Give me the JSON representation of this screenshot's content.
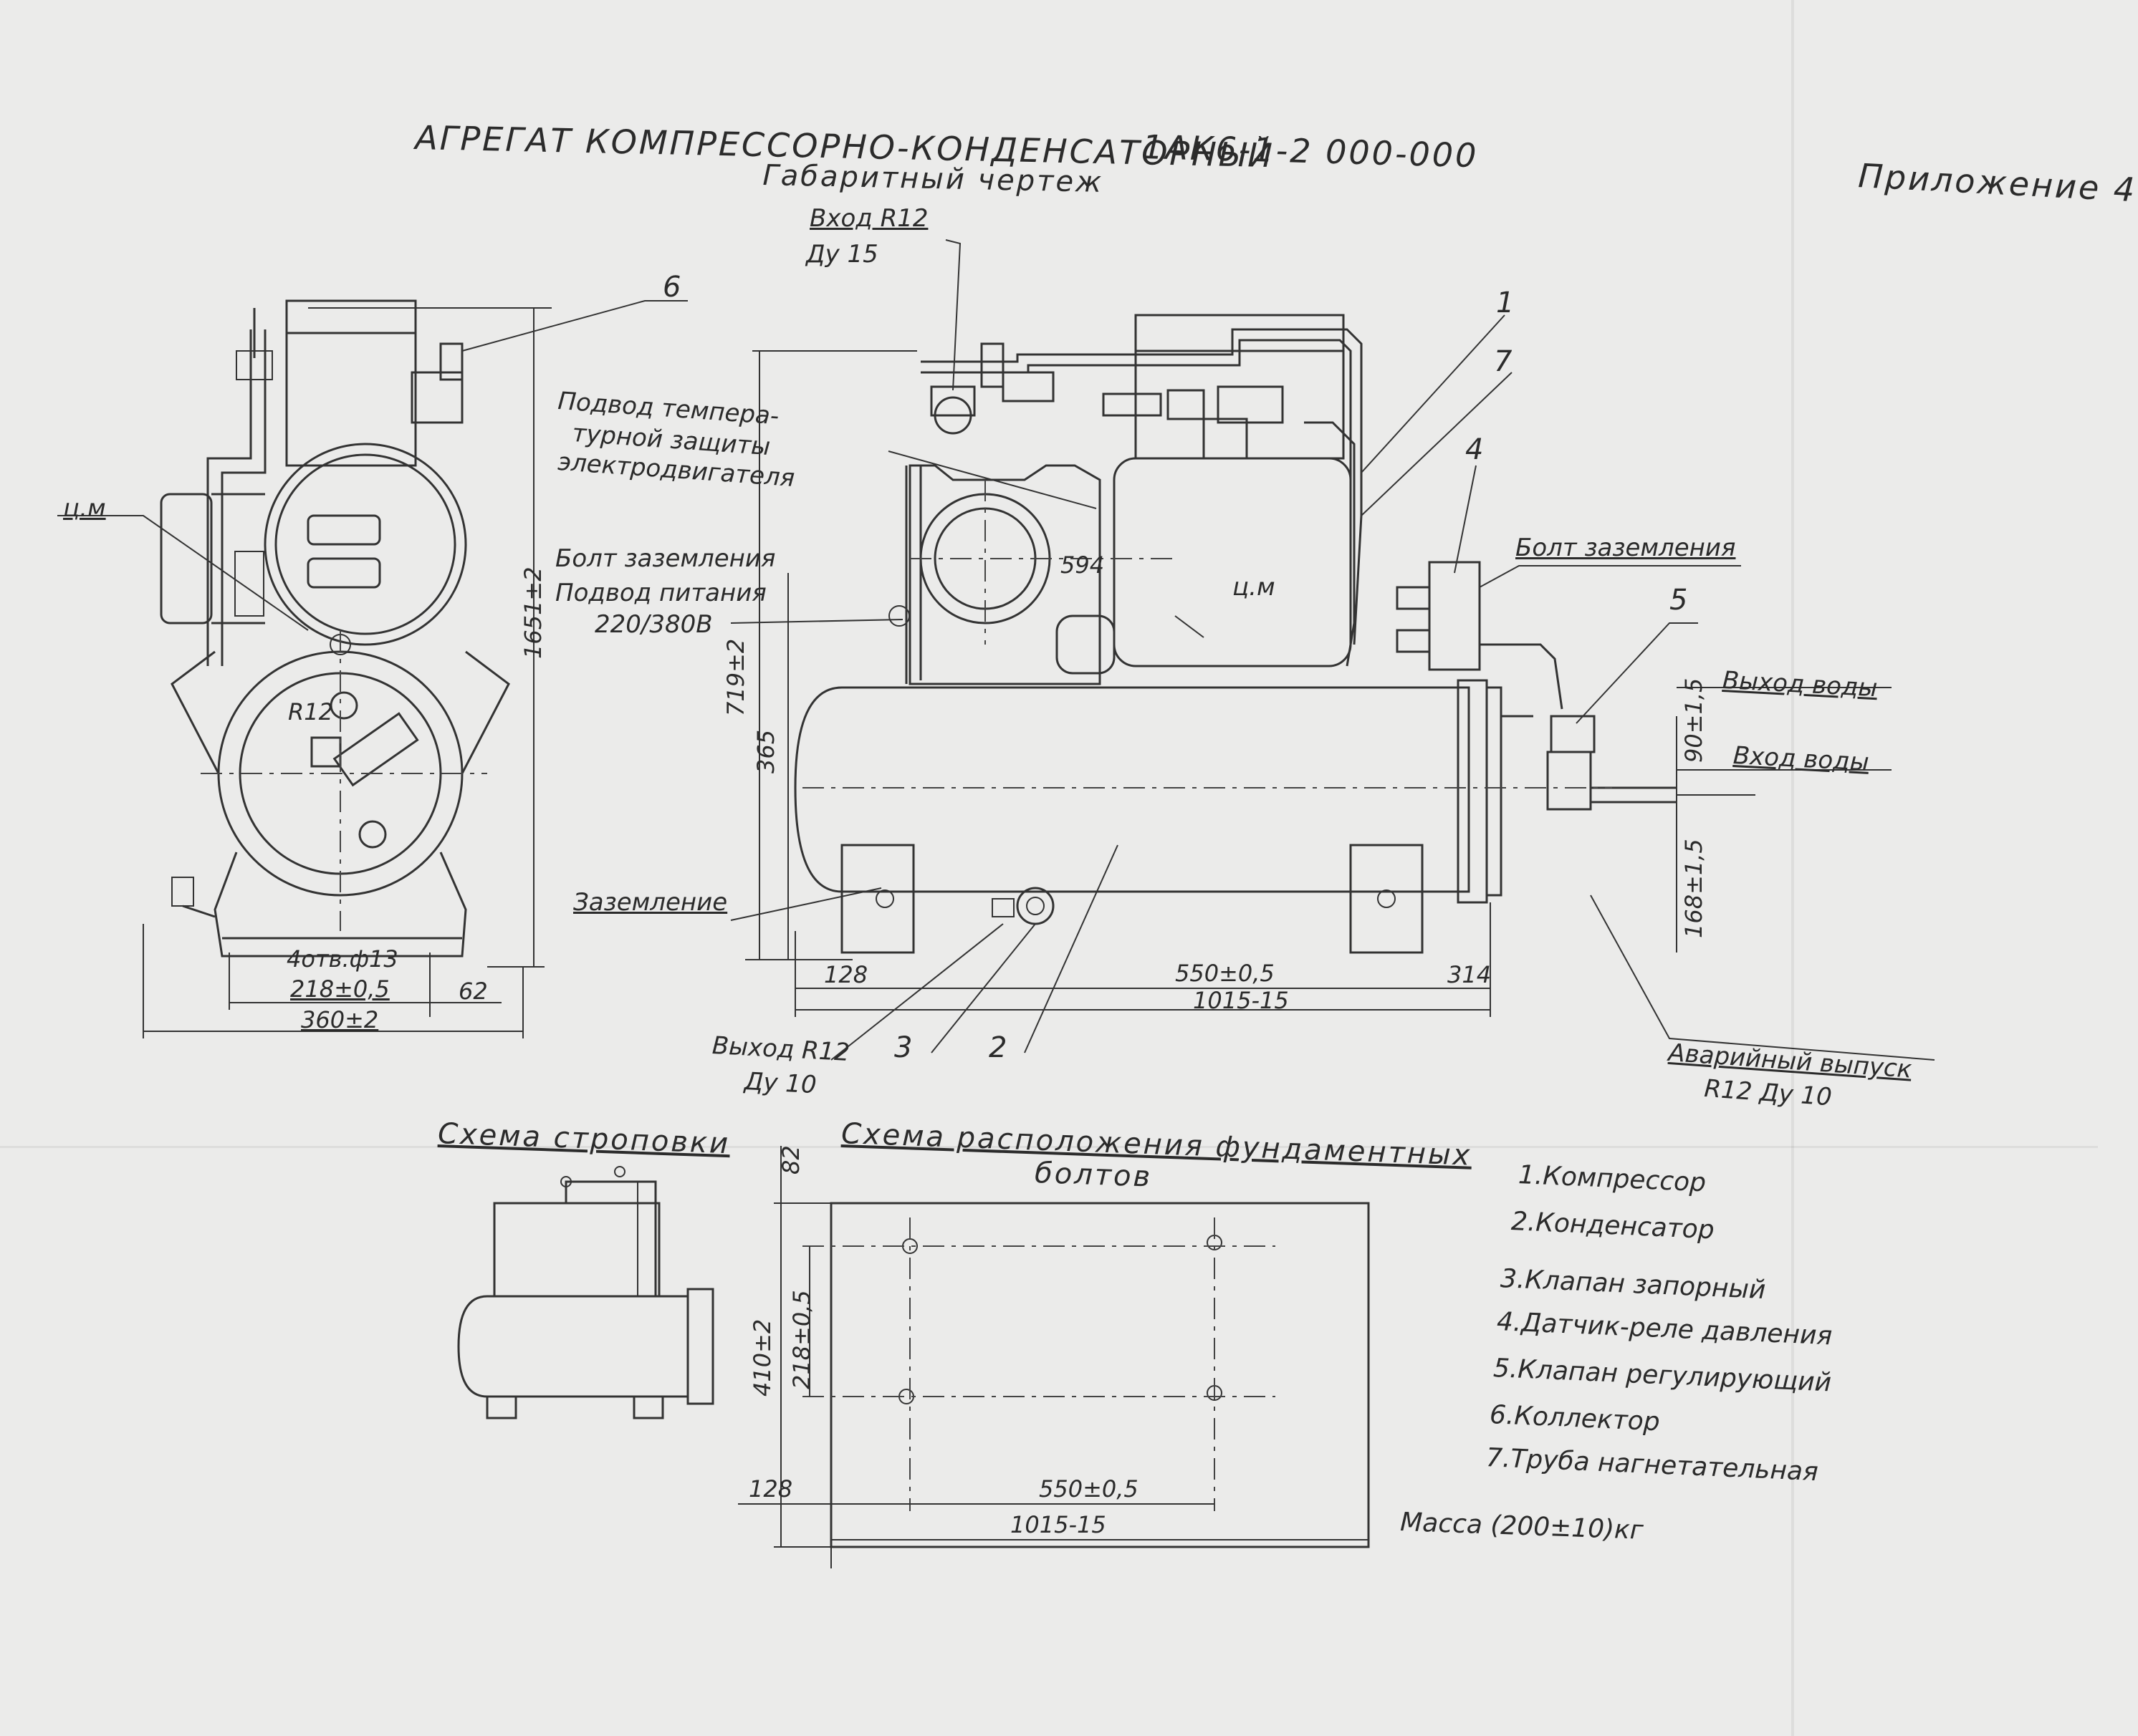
{
  "header": {
    "title": "АГРЕГАТ КОМПРЕССОРНО-КОНДЕНСАТОРНЫЙ",
    "code": "1АК6-1-2 000-000",
    "subtitle": "Габаритный чертеж",
    "appendix": "Приложение 4"
  },
  "callouts": {
    "inlet_line1": "Вход R12",
    "inlet_line2": "Ду 15",
    "temp_protection_1": "Подвод темпера-",
    "temp_protection_2": "турной защиты",
    "temp_protection_3": "электродвигателя",
    "ground_bolt_left": "Болт заземления",
    "power_supply_1": "Подвод питания",
    "power_supply_2": "220/380В",
    "ground_bolt_right": "Болт заземления",
    "water_out": "Выход воды",
    "water_in": "Вход воды",
    "grounding": "Заземление",
    "outlet_r12_1": "Выход R12",
    "outlet_r12_2": "Ду 10",
    "emergency_1": "Аварийный выпуск",
    "emergency_2": "R12 Ду 10",
    "center_mass_front": "ц.м",
    "center_mass_side": "ц.м",
    "valve_mark": "R12"
  },
  "positions": [
    "1",
    "2",
    "3",
    "4",
    "5",
    "6",
    "7"
  ],
  "dimensions": {
    "height_1651": "1651±2",
    "width_218": "218±0,5",
    "dim_62": "62",
    "width_360": "360±2",
    "holes": "4отв.ф13",
    "height_719": "719±2",
    "height_365": "365",
    "d_594": "594",
    "d_128": "128",
    "d_550": "550±0,5",
    "d_314": "314",
    "d_1015": "1015-15",
    "d_90": "90±1,5",
    "d_168": "168±1,5"
  },
  "sling": {
    "title": "Схема строповки"
  },
  "foundation": {
    "title_1": "Схема расположения фундаментных",
    "title_2": "болтов",
    "d_82": "82",
    "d_410": "410±2",
    "d_218": "218±0,5",
    "d_128": "128",
    "d_550": "550±0,5",
    "d_1015": "1015-15"
  },
  "legend": [
    "1.Компрессор",
    "2.Конденсатор",
    "3.Клапан запорный",
    "4.Датчик-реле давления",
    "5.Клапан регулирующий",
    "6.Коллектор",
    "7.Труба нагнетательная"
  ],
  "mass": "Масса (200±10)кг"
}
